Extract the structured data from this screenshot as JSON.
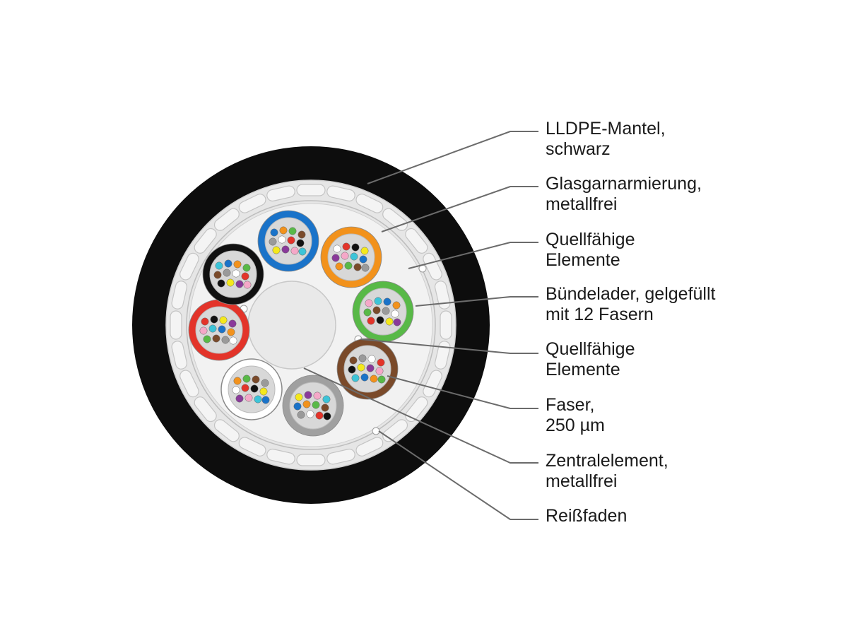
{
  "labels": [
    {
      "lines": [
        "LLDPE-Mantel,",
        "schwarz"
      ]
    },
    {
      "lines": [
        "Glasgarnarmierung,",
        "metallfrei"
      ]
    },
    {
      "lines": [
        "Quellfähige",
        "Elemente"
      ]
    },
    {
      "lines": [
        "Bündelader, gelgefüllt",
        "mit 12 Fasern"
      ]
    },
    {
      "lines": [
        "Quellfähige",
        "Elemente"
      ]
    },
    {
      "lines": [
        "Faser,",
        "250 µm"
      ]
    },
    {
      "lines": [
        "Zentralelement,",
        "metallfrei"
      ]
    },
    {
      "lines": [
        "Reißfaden"
      ]
    }
  ],
  "colors": {
    "jacket": "#0d0d0d",
    "armor": "#e6e6e6",
    "filling": "#f2f2f2",
    "central_element": "#e9e9e9",
    "leader_line": "#6b6b6b"
  },
  "tubes": [
    {
      "name": "blue",
      "color": "#1a73c9"
    },
    {
      "name": "orange",
      "color": "#f2921c"
    },
    {
      "name": "green",
      "color": "#58b947"
    },
    {
      "name": "brown",
      "color": "#7a4a2a"
    },
    {
      "name": "grey",
      "color": "#a0a0a0"
    },
    {
      "name": "white",
      "color": "#ffffff"
    },
    {
      "name": "red",
      "color": "#e3342a"
    },
    {
      "name": "black",
      "color": "#111111"
    }
  ],
  "fiber_colors": [
    "#1a73c9",
    "#f2921c",
    "#58b947",
    "#7a4a2a",
    "#9a9a9a",
    "#ffffff",
    "#e3342a",
    "#111111",
    "#f4e81c",
    "#8a3a9a",
    "#f5a8c8",
    "#3cc4d8"
  ]
}
